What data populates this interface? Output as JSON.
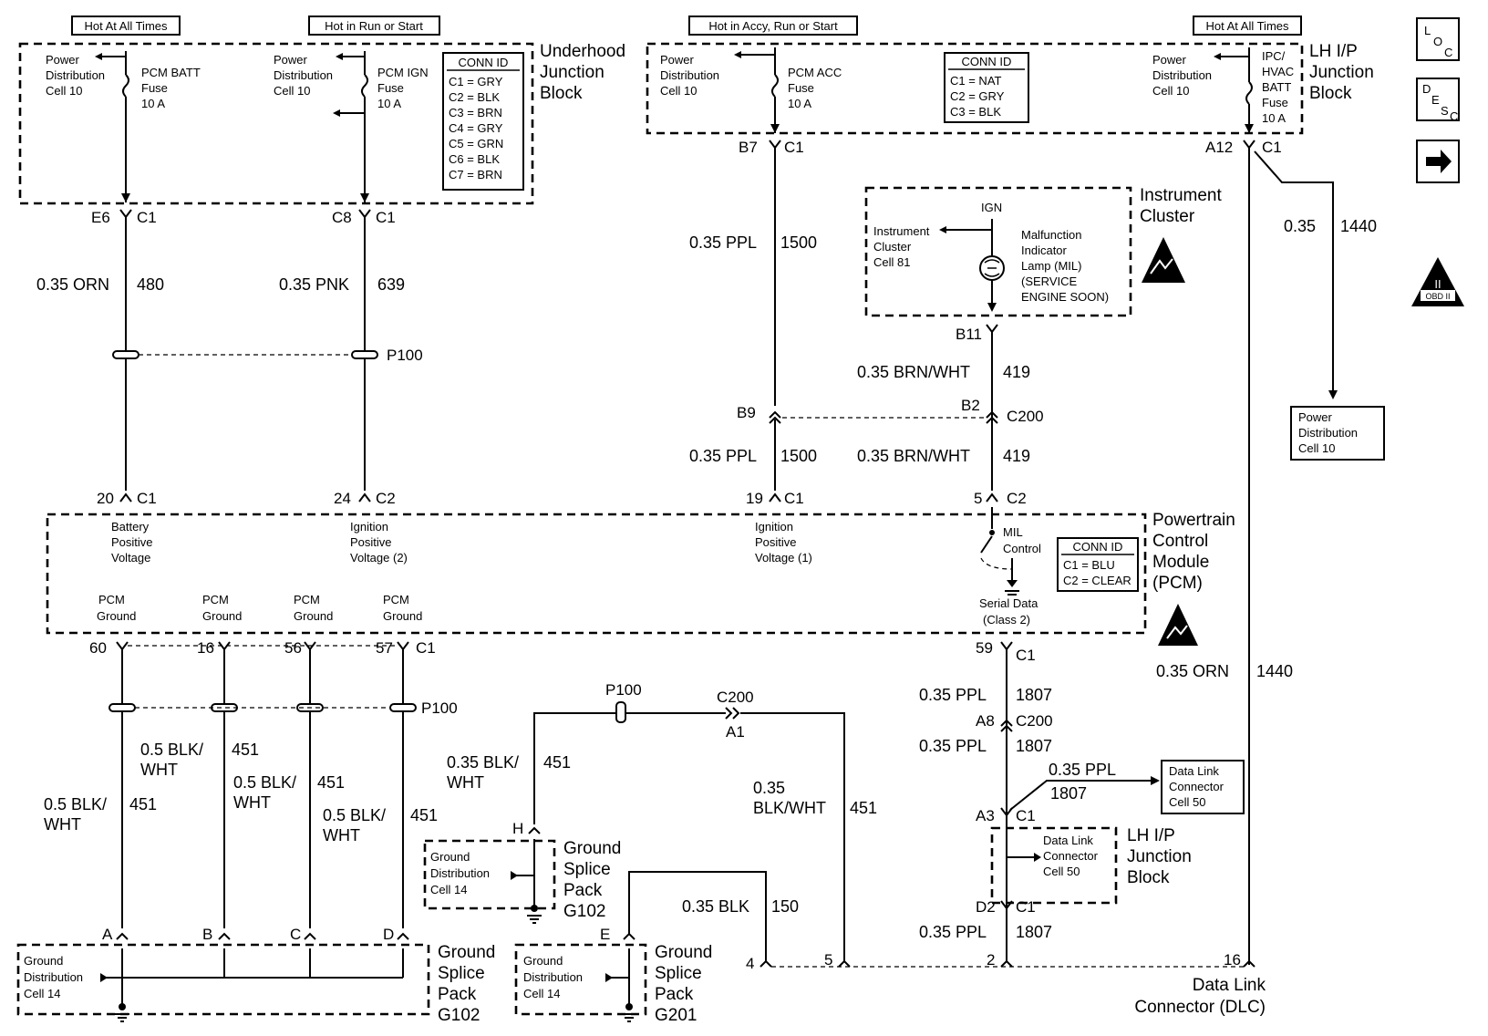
{
  "labels": {
    "hot_all_1": "Hot At All Times",
    "hot_run": "Hot in Run or Start",
    "hot_accy": "Hot in Accy, Run or Start",
    "hot_all_2": "Hot At All Times",
    "pd1": [
      "Power",
      "Distribution",
      "Cell 10"
    ],
    "pd2": [
      "Power",
      "Distribution",
      "Cell 10"
    ],
    "pd3": [
      "Power",
      "Distribution",
      "Cell 10"
    ],
    "pd4": [
      "Power",
      "Distribution",
      "Cell 10"
    ],
    "pd5": [
      "Power",
      "Distribution",
      "Cell 10"
    ],
    "fuse_batt": [
      "PCM BATT",
      "Fuse",
      "10 A"
    ],
    "fuse_ign": [
      "PCM IGN",
      "Fuse",
      "10 A"
    ],
    "fuse_acc": [
      "PCM ACC",
      "Fuse",
      "10 A"
    ],
    "fuse_ipc": [
      "IPC/",
      "HVAC",
      "BATT",
      "Fuse",
      "10 A"
    ],
    "conn1_title": "CONN ID",
    "conn1": [
      "C1 = GRY",
      "C2 = BLK",
      "C3 = BRN",
      "C4 = GRY",
      "C5 = GRN",
      "C6 = BLK",
      "C7 = BRN"
    ],
    "conn2_title": "CONN ID",
    "conn2": [
      "C1 = NAT",
      "C2 = GRY",
      "C3 = BLK"
    ],
    "conn3_title": "CONN ID",
    "conn3": [
      "C1 = BLU",
      "C2 = CLEAR"
    ],
    "underhood": [
      "Underhood",
      "Junction",
      "Block"
    ],
    "lhip": [
      "LH I/P",
      "Junction",
      "Block"
    ],
    "lhip2": [
      "LH I/P",
      "Junction",
      "Block"
    ],
    "instrument": [
      "Instrument",
      "Cluster"
    ],
    "pcm": [
      "Powertrain",
      "Control",
      "Module",
      "(PCM)"
    ],
    "ign": "IGN",
    "ic_cell": [
      "Instrument",
      "Cluster",
      "Cell 81"
    ],
    "mil": [
      "Malfunction",
      "Indicator",
      "Lamp (MIL)",
      "(SERVICE",
      "ENGINE SOON)"
    ],
    "bpv": [
      "Battery",
      "Positive",
      "Voltage"
    ],
    "ipv2": [
      "Ignition",
      "Positive",
      "Voltage (2)"
    ],
    "ipv1": [
      "Ignition",
      "Positive",
      "Voltage (1)"
    ],
    "milctl": [
      "MIL",
      "Control"
    ],
    "serial": [
      "Serial Data",
      "(Class 2)"
    ],
    "pcmgnd": [
      "PCM",
      "Ground"
    ],
    "gd": [
      "Ground",
      "Distribution",
      "Cell 14"
    ],
    "gsp": [
      "Ground",
      "Splice",
      "Pack"
    ],
    "g102": "G102",
    "g201": "G201",
    "dlc_cell": [
      "Data Link",
      "Connector",
      "Cell 50"
    ],
    "dlc": [
      "Data Link",
      "Connector (DLC)"
    ]
  },
  "wires": {
    "w480_gauge": "0.35 ORN",
    "w480_circ": "480",
    "w639_gauge": "0.35 PNK",
    "w639_circ": "639",
    "w1500a_gauge": "0.35 PPL",
    "w1500a_circ": "1500",
    "w1500b_gauge": "0.35 PPL",
    "w1500b_circ": "1500",
    "w419a_gauge": "0.35 BRN/WHT",
    "w419a_circ": "419",
    "w419b_gauge": "0.35 BRN/WHT",
    "w419b_circ": "419",
    "w1440a_gauge": "0.35",
    "w1440a_circ": "1440",
    "w1440b_gauge": "0.35 ORN",
    "w1440b_circ": "1440",
    "w1807a_gauge": "0.35 PPL",
    "w1807a_circ": "1807",
    "w1807b_gauge": "0.35 PPL",
    "w1807b_circ": "1807",
    "w1807c_gauge": "0.35 PPL",
    "w1807c_circ": "1807",
    "w1807d_gauge": "0.35 PPL",
    "w1807d_circ": "1807",
    "w451a": [
      "0.5 BLK/",
      "WHT"
    ],
    "w451a_circ": "451",
    "w451b": [
      "0.5 BLK/",
      "WHT"
    ],
    "w451b_circ": "451",
    "w451c": [
      "0.5 BLK/",
      "WHT"
    ],
    "w451c_circ": "451",
    "w451d": [
      "0.5 BLK/",
      "WHT"
    ],
    "w451d_circ": "451",
    "w451e": [
      "0.35 BLK/",
      "WHT"
    ],
    "w451e_circ": "451",
    "w451f": [
      "0.35",
      "BLK/WHT"
    ],
    "w451f_circ": "451",
    "w150_gauge": "0.35 BLK",
    "w150_circ": "150"
  },
  "pins": {
    "e6": "E6",
    "c8": "C8",
    "c1": "C1",
    "c2": "C2",
    "b7": "B7",
    "a12": "A12",
    "b11": "B11",
    "b9": "B9",
    "b2": "B2",
    "c200": "C200",
    "p100": "P100",
    "p20": "20",
    "p24": "24",
    "p19": "19",
    "p5": "5",
    "p60": "60",
    "p16": "16",
    "p56": "56",
    "p57": "57",
    "p59": "59",
    "a8": "A8",
    "a3": "A3",
    "d2": "D2",
    "a1": "A1",
    "pa": "A",
    "pb": "B",
    "pc": "C",
    "pd": "D",
    "ph": "H",
    "pe": "E",
    "p4": "4",
    "p5b": "5",
    "p2": "2",
    "p16b": "16"
  },
  "side_icons": {
    "loc": [
      "L",
      "O",
      "C"
    ],
    "desc": [
      "D",
      "E",
      "S",
      "C"
    ],
    "next": "right-arrow-icon",
    "obd": "OBD II"
  }
}
